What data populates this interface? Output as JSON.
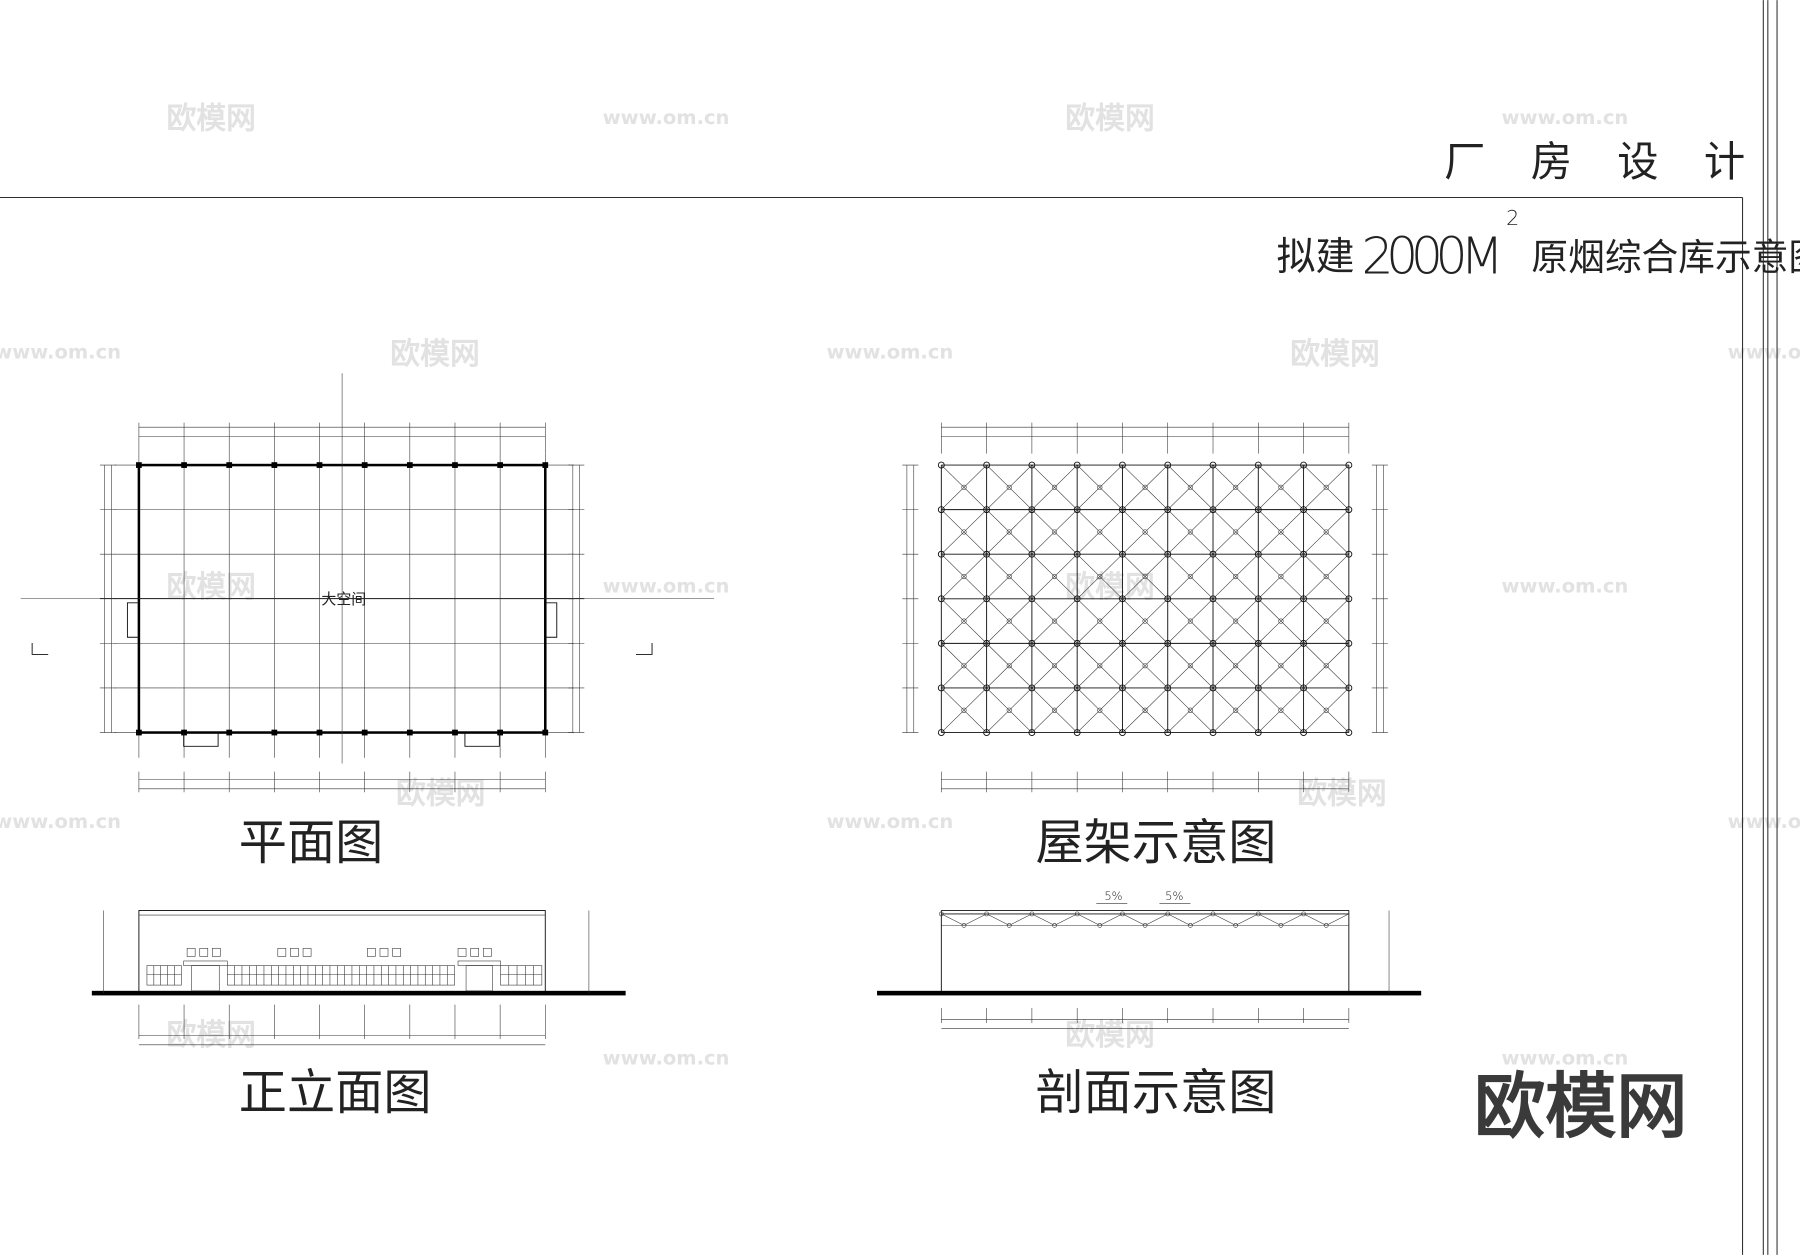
{
  "header": {
    "title": "厂 房 设 计",
    "subtitle_prefix": "拟建",
    "subtitle_area": "2000M",
    "subtitle_sup": "2",
    "subtitle_suffix": "原烟综合库示意图"
  },
  "plan": {
    "title": "平面图",
    "room_label": "大空间",
    "columns": 9,
    "rows": 6
  },
  "roof": {
    "title": "屋架示意图",
    "columns": 9,
    "rows": 6
  },
  "elevation": {
    "title": "正立面图"
  },
  "section": {
    "title": "剖面示意图",
    "slope_left": "5%",
    "slope_right": "5%"
  },
  "watermarks": {
    "brand": "欧模网",
    "url": "www.om.cn"
  },
  "logo": "欧模网",
  "colors": {
    "line": "#111111",
    "watermark": "#e2e2e2",
    "logo": "#3a3a3a"
  }
}
